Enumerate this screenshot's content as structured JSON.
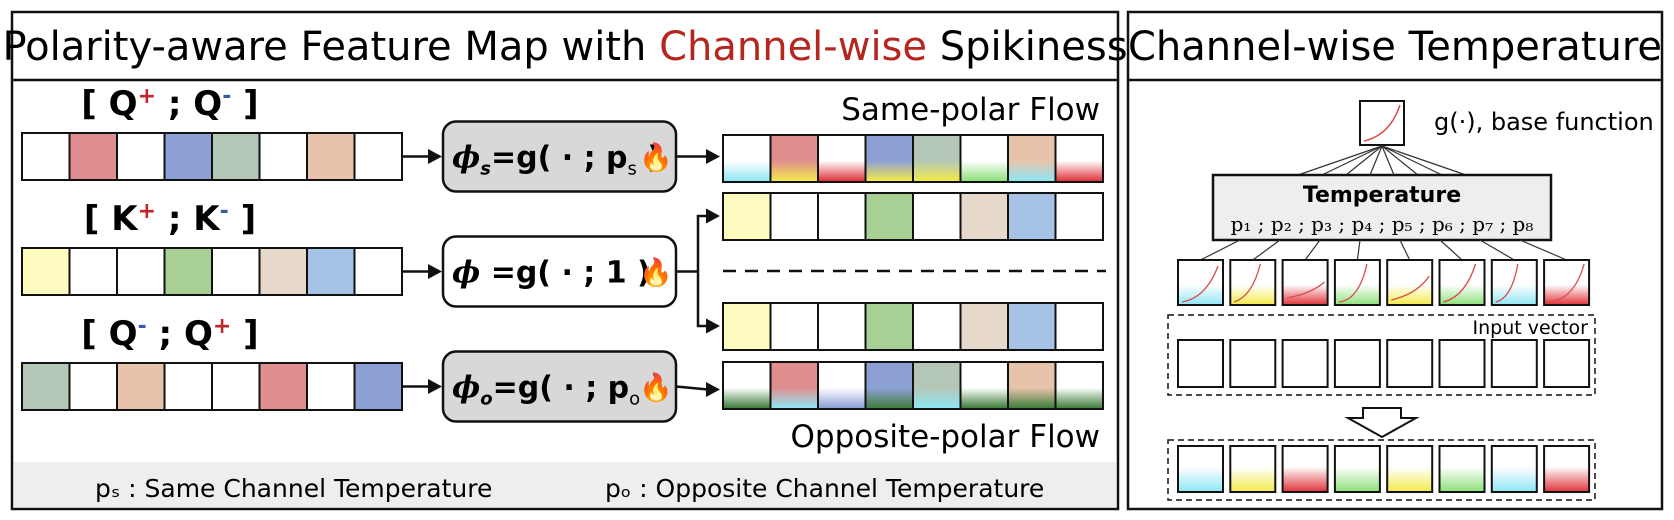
{
  "left_panel": {
    "title_prefix": "Polarity-aware Feature Map with ",
    "title_highlight": "Channel-wise",
    "title_suffix": " Spikiness",
    "highlight_color": "#b5261e",
    "rows": [
      {
        "label_parts": [
          "[ Q",
          "+",
          " ; Q",
          "-",
          " ]"
        ],
        "cells": [
          "#ffffff",
          "#e08f90",
          "#ffffff",
          "#8da0d6",
          "#b4c7b7",
          "#ffffff",
          "#e7c3ab",
          "#ffffff"
        ],
        "func_symbol": "ϕ",
        "func_sub": "s",
        "func_text": "=g( · ; p",
        "func_param": "s",
        "func_close": " )",
        "func_shaded": true
      },
      {
        "label_parts": [
          "[ K",
          "+",
          " ;  K",
          "-",
          " ]"
        ],
        "cells": [
          "#fdfbc0",
          "#ffffff",
          "#ffffff",
          "#a8cf94",
          "#ffffff",
          "#e7d8cc",
          "#a6c2e4",
          "#ffffff"
        ],
        "func_symbol": "ϕ",
        "func_sub": "",
        "func_text": " =g( · ; 1 )",
        "func_param": "",
        "func_close": "",
        "func_shaded": false
      },
      {
        "label_parts": [
          "[ Q",
          "-",
          " ; Q",
          "+",
          " ]"
        ],
        "cells": [
          "#b4c7b7",
          "#ffffff",
          "#e7c3ab",
          "#ffffff",
          "#ffffff",
          "#e08f90",
          "#ffffff",
          "#8da0d6"
        ],
        "func_symbol": "ϕ",
        "func_sub": "o",
        "func_text": "=g( · ; p",
        "func_param": "o",
        "func_close": " )",
        "func_shaded": true
      }
    ],
    "same_polar_label": "Same-polar Flow",
    "opposite_polar_label": "Opposite-polar Flow",
    "same_out": {
      "top": [
        "#ffffff",
        "#e08f90",
        "#ffffff",
        "#8da0d6",
        "#b4c7b7",
        "#ffffff",
        "#e7c3ab",
        "#ffffff"
      ],
      "bottom": [
        "#8fe6f5",
        "#f3ea4a",
        "#e0323a",
        "#f3ea4a",
        "#f3ea4a",
        "#8de07a",
        "#8fe6f5",
        "#e0323a"
      ]
    },
    "k_out_cells": [
      "#fdfbc0",
      "#ffffff",
      "#ffffff",
      "#a8cf94",
      "#ffffff",
      "#e7d8cc",
      "#a6c2e4",
      "#ffffff"
    ],
    "opp_out": {
      "top": [
        "#ffffff",
        "#e08f90",
        "#ffffff",
        "#8da0d6",
        "#b4c7b7",
        "#ffffff",
        "#e7c3ab",
        "#ffffff"
      ],
      "bottom": [
        "#3e7d3a",
        "#8fe6f5",
        "#8da0d6",
        "#3e7d3a",
        "#8fe6f5",
        "#3e7d3a",
        "#3e7d3a",
        "#3e7d3a"
      ]
    },
    "footnote_left": "pₛ : Same Channel Temperature",
    "footnote_right": "pₒ : Opposite Channel Temperature"
  },
  "right_panel": {
    "title": "Channel-wise Temperature",
    "base_label": "g(·), base function",
    "temperature_label": "Temperature",
    "params": "p₁ ; p₂ ; p₃ ; p₄ ; p₅ ; p₆ ; p₇ ; p₈",
    "curve_colors": [
      "#8fe6f5",
      "#f3ea4a",
      "#e0323a",
      "#8de07a",
      "#f3ea4a",
      "#8de07a",
      "#8fe6f5",
      "#e0323a"
    ],
    "input_label": "Input vector",
    "output_colors": [
      "#8fe6f5",
      "#f3ea4a",
      "#e0323a",
      "#8de07a",
      "#f3ea4a",
      "#8de07a",
      "#8fe6f5",
      "#e0323a"
    ]
  },
  "icons": {
    "fire": "🔥"
  }
}
